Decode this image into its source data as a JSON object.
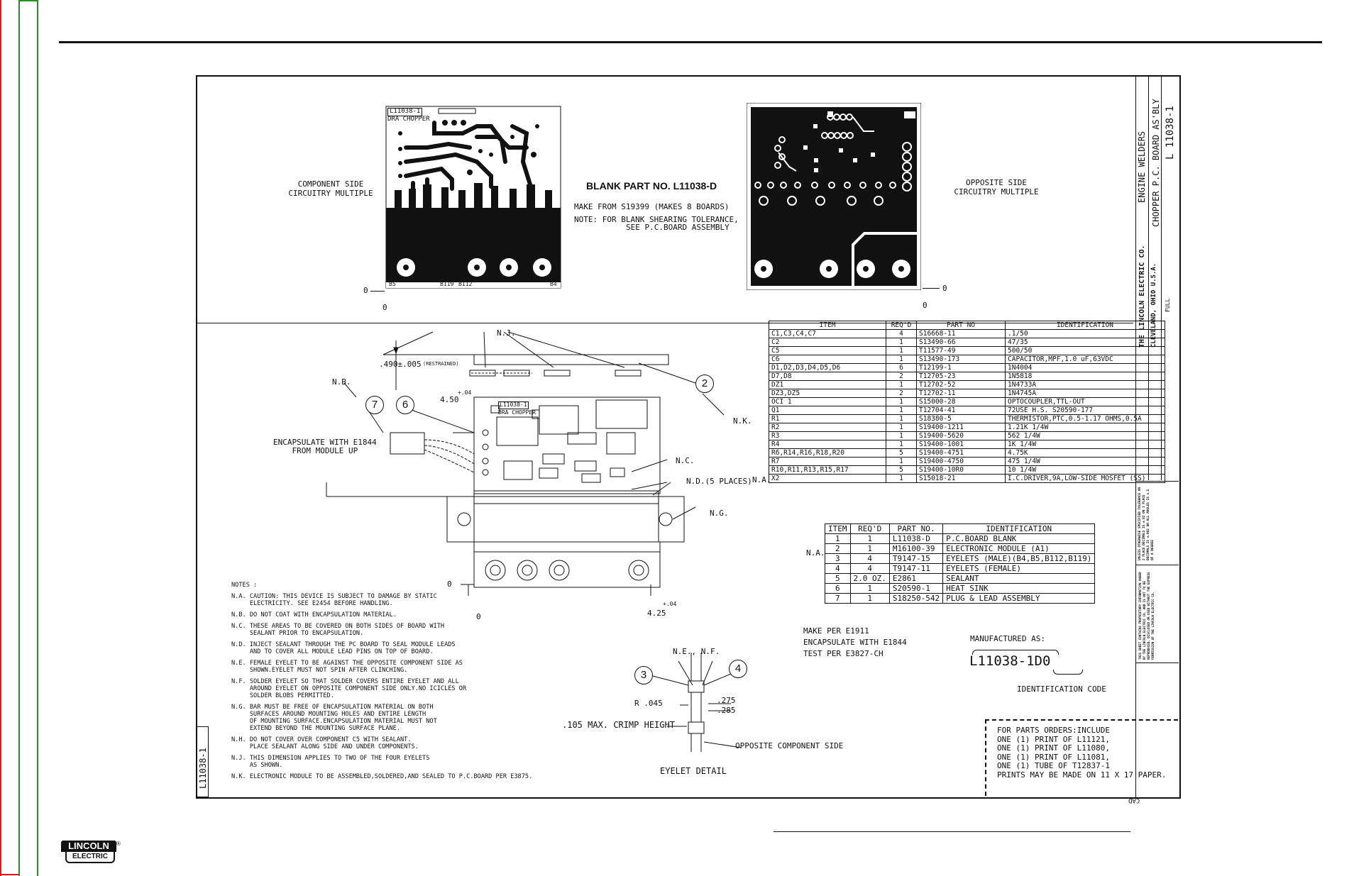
{
  "colors": {
    "left_red": "#d21f1f",
    "left_green": "#2b8a2b",
    "ink": "#111111"
  },
  "drawing": {
    "number": "L11038-1",
    "component_side": "COMPONENT SIDE\nCIRCUITRY MULTIPLE",
    "opposite_side": "OPPOSITE SIDE\nCIRCUITRY MULTIPLE",
    "blank_part": "BLANK PART NO. L11038-D",
    "make_from": "MAKE FROM S19399  (MAKES 8 BOARDS)",
    "note_tolerance": "NOTE: FOR BLANK SHEARING TOLERANCE,",
    "note_tolerance2": "SEE P.C.BOARD ASSEMBLY",
    "pcb_tag": "L11038-1",
    "pcb_title": "DRA CHOPPER",
    "pcb_dra": "DRA",
    "zero": "0",
    "pin_b5": "B5",
    "pin_b119": "B119",
    "pin_b112": "B112",
    "pin_b4": "B4"
  },
  "title_block": {
    "company": "THE LINCOLN ELECTRIC CO.",
    "city": "CLEVELAND, OHIO U.S.A.",
    "subject": "ENGINE WELDERS",
    "title": "CHOPPER P.C. BOARD AS'BLY",
    "sheet_no": "L 11038-1",
    "scale": "FULL",
    "proprietary": "THIS SHEET CONTAINS PROPRIETARY INFORMATION OWNED BY THE LINCOLN ELECTRIC CO. AND IS NOT TO BE REPRODUCED, DISCLOSED OR USED WITHOUT THE EXPRESS PERMISSION OF THE LINCOLN ELECTRIC CO.",
    "tolerance": "UNLESS OTHERWISE SPECIFIED TOLERANCE ON 2 PLACE DECIMALS IS ±.02 ON 3 PLACE DECIMALS IS ±.002 ON ALL ANGLES IS ±.5 OF A DEGREE"
  },
  "parts_table": {
    "headers": [
      "ITEM",
      "REQ'D",
      "PART NO",
      "IDENTIFICATION"
    ],
    "rows": [
      [
        "C1,C3,C4,C7",
        "4",
        "S16668-11",
        ".1/50"
      ],
      [
        "C2",
        "1",
        "S13490-66",
        "47/35"
      ],
      [
        "C5",
        "1",
        "T11577-49",
        "500/50"
      ],
      [
        "C6",
        "1",
        "S13490-173",
        "CAPACITOR,MPF,1.0 uF,63VDC"
      ],
      [
        "D1,D2,D3,D4,D5,D6",
        "6",
        "T12199-1",
        "1N4004"
      ],
      [
        "D7,D8",
        "2",
        "T12705-23",
        "1N5818"
      ],
      [
        "DZ1",
        "1",
        "T12702-52",
        "1N4733A"
      ],
      [
        "DZ3,DZ5",
        "2",
        "T12702-11",
        "1N4745A"
      ],
      [
        "OCI 1",
        "1",
        "S15000-28",
        "OPTOCOUPLER,TTL-OUT"
      ],
      [
        "Q1",
        "1",
        "T12704-41",
        "72USE H.S. S20590-177"
      ],
      [
        "R1",
        "1",
        "S18380-5",
        "THERMISTOR,PTC,0.5-1.17 OHMS,0.5A"
      ],
      [
        "R2",
        "1",
        "S19400-1211",
        "1.21K 1/4W"
      ],
      [
        "R3",
        "1",
        "S19400-5620",
        "562 1/4W"
      ],
      [
        "R4",
        "1",
        "S19400-1001",
        "1K 1/4W"
      ],
      [
        "R6,R14,R16,R18,R20",
        "5",
        "S19400-4751",
        "4.75K"
      ],
      [
        "R7",
        "1",
        "S19400-4750",
        "475 1/4W"
      ],
      [
        "R10,R11,R13,R15,R17",
        "5",
        "S19400-10R0",
        "10 1/4W"
      ],
      [
        "X2",
        "1",
        "S15018-21",
        "I.C.DRIVER,9A,LOW-SIDE MOSFET (SS)"
      ]
    ],
    "na_label": "N.A."
  },
  "bom_table": {
    "headers": [
      "ITEM",
      "REQ'D",
      "PART NO.",
      "IDENTIFICATION"
    ],
    "rows": [
      [
        "1",
        "1",
        "L11038-D",
        "P.C.BOARD BLANK"
      ],
      [
        "2",
        "1",
        "M16100-39",
        "ELECTRONIC MODULE (A1)"
      ],
      [
        "3",
        "4",
        "T9147-15",
        "EYELETS  (MALE)(B4,B5,B112,B119)"
      ],
      [
        "4",
        "4",
        "T9147-11",
        "EYELETS  (FEMALE)"
      ],
      [
        "5",
        "2.0 OZ.",
        "E2861",
        "SEALANT"
      ],
      [
        "6",
        "1",
        "S20590-1",
        "HEAT SINK"
      ],
      [
        "7",
        "1",
        "S18250-542",
        "PLUG & LEAD ASSEMBLY"
      ]
    ],
    "na_label": "N.A."
  },
  "assembly": {
    "nj": "N.J.",
    "nb": "N.B.",
    "nk": "N.K.",
    "nc": "N.C.",
    "nd": "N.D.(5 PLACES)",
    "ng": "N.G.",
    "dim_thickness": ".490±.005",
    "dim_restrained": "(RESTRAINED)",
    "dim_width": "4.50",
    "dim_width_tol": "+.04",
    "dim_height": "4.25",
    "dim_height_tol": "+.04",
    "encapsulate": "ENCAPSULATE WITH E1844\nFROM MODULE UP",
    "balloon_2": "2",
    "balloon_6": "6",
    "balloon_7": "7",
    "balloon_3": "3",
    "balloon_4": "4"
  },
  "make_per": "MAKE PER E1911\nENCAPSULATE WITH E1844\nTEST PER E3827-CH",
  "manufactured": {
    "label": "MANUFACTURED AS:",
    "code": "L11038-1D0",
    "id_label": "IDENTIFICATION CODE"
  },
  "eyelet": {
    "ne_nf": "N.E., N.F.",
    "radius": "R .045",
    "dim_a": ".275",
    "dim_b": ".285",
    "crimp": ".105 MAX. CRIMP HEIGHT",
    "opposite": "OPPOSITE COMPONENT SIDE",
    "title": "EYELET DETAIL"
  },
  "notes": [
    "NOTES :",
    "N.A. CAUTION: THIS DEVICE IS SUBJECT TO DAMAGE BY STATIC\n     ELECTRICITY. SEE E2454 BEFORE HANDLING.",
    "N.B. DO NOT COAT WITH ENCAPSULATION MATERIAL.",
    "N.C. THESE AREAS TO BE COVERED ON BOTH SIDES OF BOARD WITH\n     SEALANT PRIOR TO ENCAPSULATION.",
    "N.D. INJECT SEALANT THROUGH THE PC BOARD TO SEAL MODULE LEADS\n     AND TO COVER ALL MODULE LEAD PINS ON TOP OF BOARD.",
    "N.E. FEMALE EYELET TO BE AGAINST THE OPPOSITE COMPONENT SIDE AS\n     SHOWN.EYELET MUST NOT SPIN AFTER CLINCHING.",
    "N.F. SOLDER EYELET SO THAT SOLDER COVERS ENTIRE EYELET AND ALL\n     AROUND EYELET ON OPPOSITE COMPONENT SIDE ONLY.NO ICICLES OR\n     SOLDER BLOBS PERMITTED.",
    "N.G. BAR MUST BE FREE OF ENCAPSULATION MATERIAL ON BOTH\n     SURFACES AROUND MOUNTING HOLES AND ENTIRE LENGTH\n     OF MOUNTING SURFACE.ENCAPSULATION MATERIAL MUST NOT\n     EXTEND BEYOND THE MOUNTING SURFACE PLANE.",
    "N.H. DO NOT COVER OVER COMPONENT C5 WITH SEALANT.\n     PLACE SEALANT ALONG SIDE AND UNDER COMPONENTS.",
    "N.J. THIS DIMENSION APPLIES TO TWO OF THE FOUR EYELETS\n     AS SHOWN.",
    "N.K. ELECTRONIC MODULE TO BE ASSEMBLED,SOLDERED,AND SEALED TO P.C.BOARD PER E3875."
  ],
  "parts_orders": "FOR PARTS ORDERS:INCLUDE\nONE (1) PRINT OF L11121,\nONE (1) PRINT OF L11080,\nONE (1) PRINT OF L11081,\nONE (1) TUBE OF T12837-1\nPRINTS MAY BE MADE ON 11 X 17 PAPER.",
  "side_number": "L11038-1",
  "cad": "CAD",
  "logo": {
    "line1": "LINCOLN",
    "line2": "ELECTRIC",
    "reg": "®"
  }
}
